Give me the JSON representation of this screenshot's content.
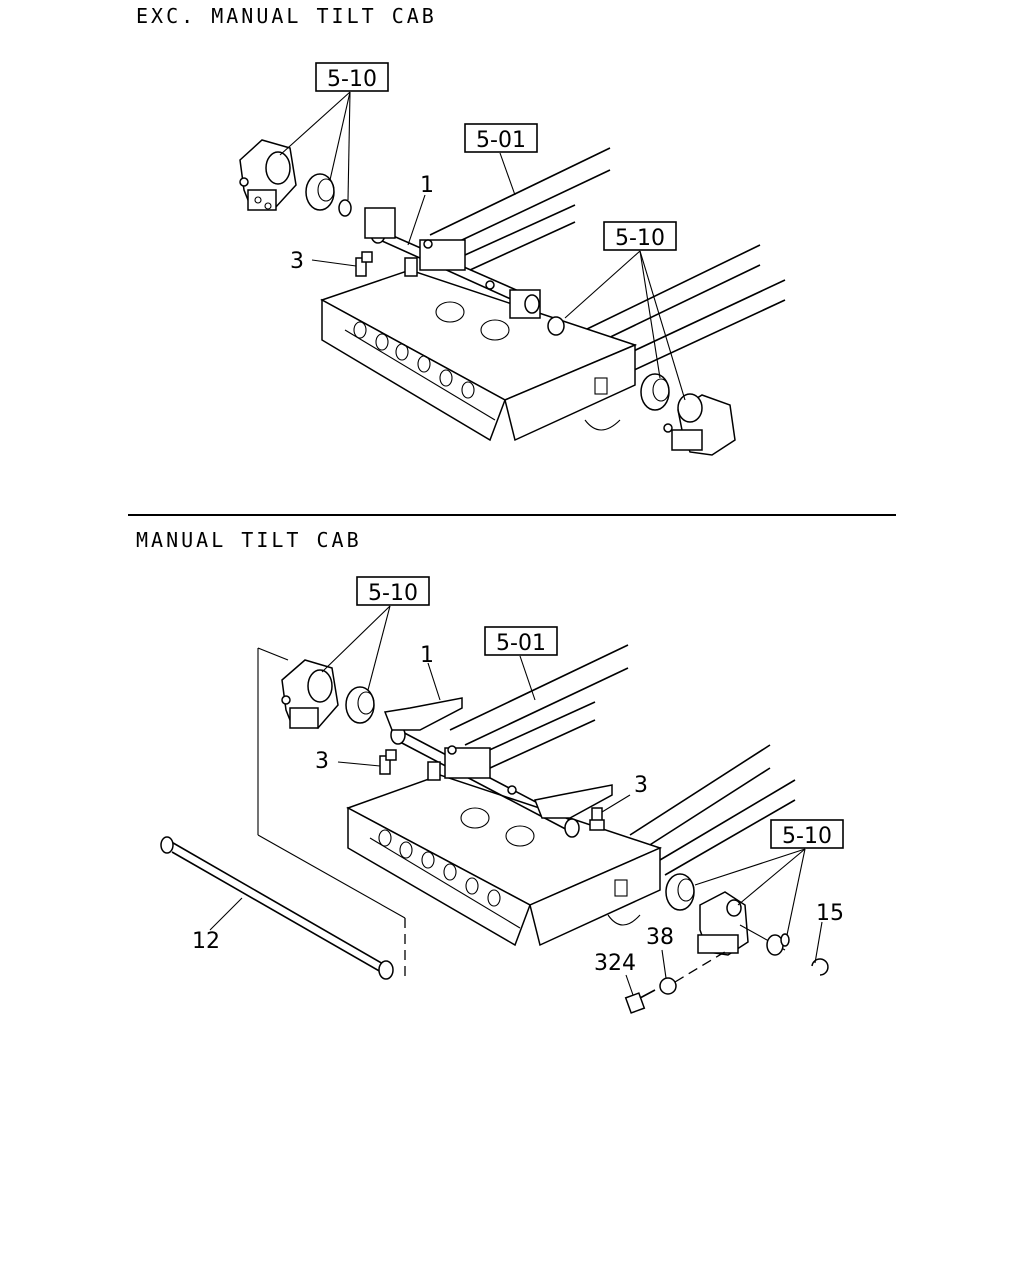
{
  "sections": {
    "top": {
      "title": "EXC. MANUAL TILT CAB",
      "refs": {
        "ref_a": "5-10",
        "ref_b": "5-01",
        "ref_c": "5-10"
      },
      "callouts": {
        "c1": "1",
        "c3": "3"
      }
    },
    "bottom": {
      "title": "MANUAL TILT CAB",
      "refs": {
        "ref_a": "5-10",
        "ref_b": "5-01",
        "ref_c": "5-10"
      },
      "callouts": {
        "c1": "1",
        "c3a": "3",
        "c3b": "3",
        "c12": "12",
        "c15": "15",
        "c38": "38",
        "c324": "324"
      }
    }
  }
}
